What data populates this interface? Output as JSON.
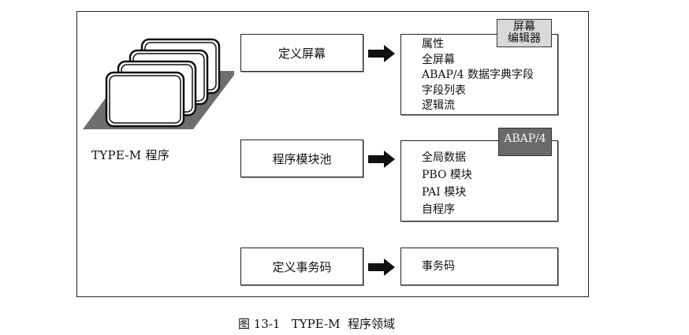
{
  "program_label": "TYPE-M 程序",
  "rows": [
    {
      "left_label": "定义屏幕",
      "tag": "屏幕\n编辑器",
      "items": [
        "属性",
        "全屏幕",
        "ABAP/4 数据字典字段",
        "字段列表",
        "逻辑流"
      ]
    },
    {
      "left_label": "程序模块池",
      "tag": "ABAP/4",
      "items": [
        "全局数据",
        "PBO 模块",
        "PAI 模块",
        "自程序"
      ]
    },
    {
      "left_label": "定义事务码",
      "items": [
        "事务码"
      ]
    }
  ],
  "caption": "图 13-1   TYPE-M  程序领域",
  "colors": {
    "tag_light": "#d9d9d9",
    "tag_dark": "#6a6a6a",
    "stack_shadow": "#6e6e6e"
  }
}
